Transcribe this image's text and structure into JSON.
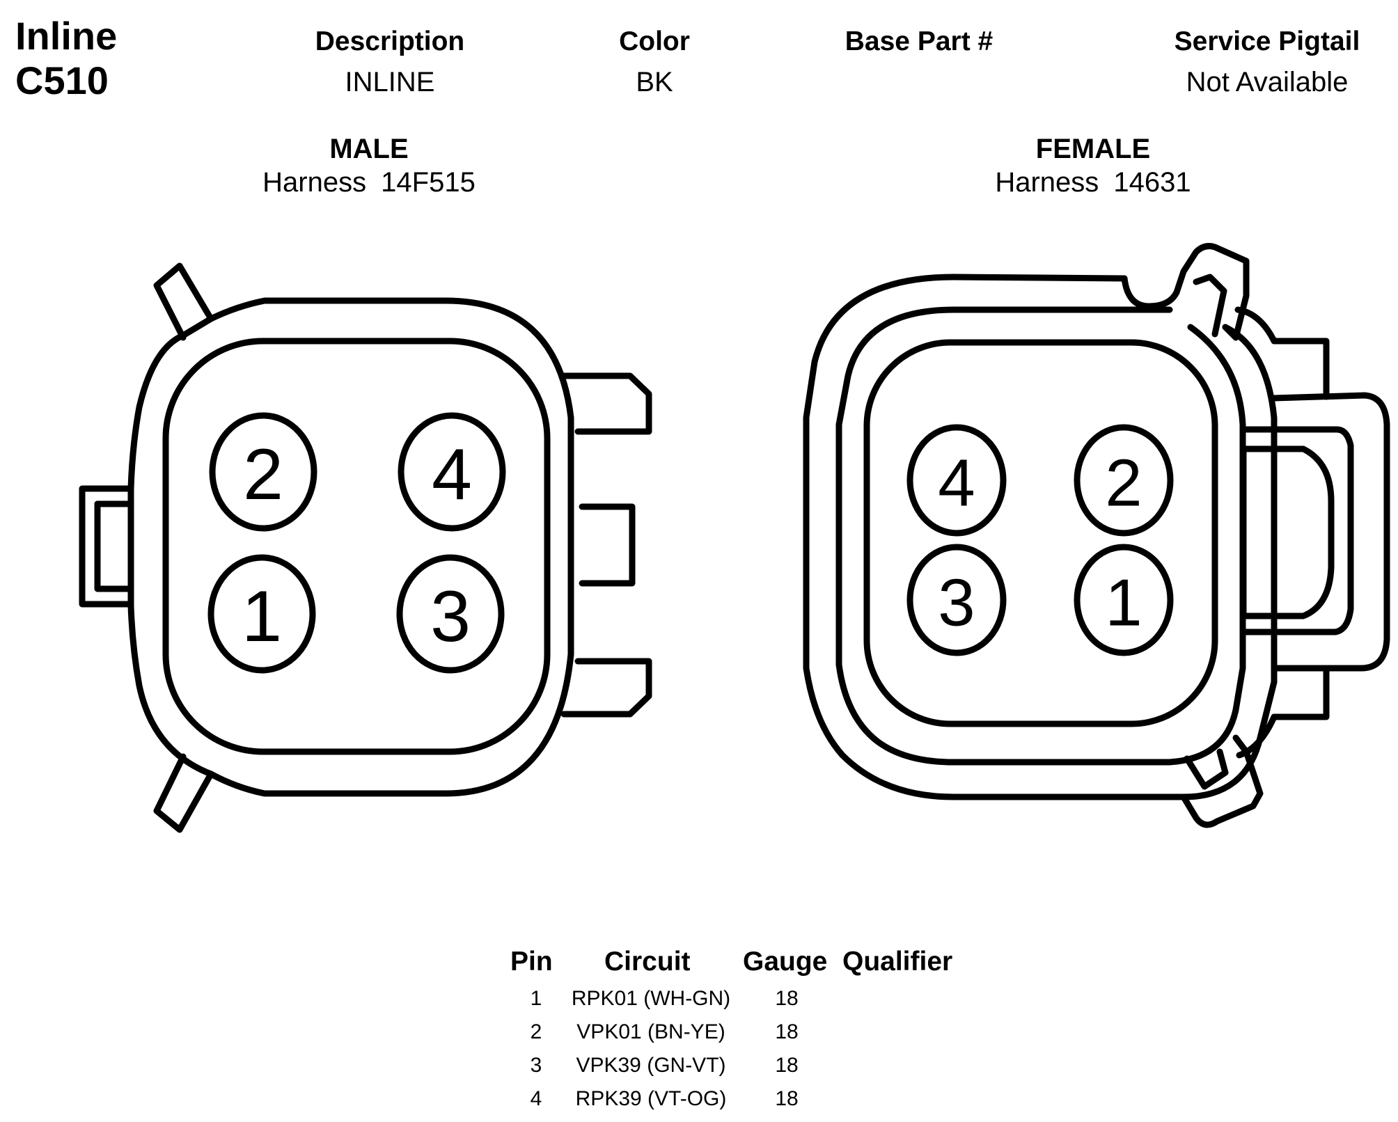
{
  "connector": {
    "type_label": "Inline",
    "id": "C510"
  },
  "header": {
    "description_label": "Description",
    "description_value": "INLINE",
    "color_label": "Color",
    "color_value": "BK",
    "base_part_label": "Base Part #",
    "base_part_value": "",
    "service_pigtail_label": "Service Pigtail",
    "service_pigtail_value": "Not Available"
  },
  "male": {
    "label": "MALE",
    "harness": "Harness 14F515",
    "pins": [
      "2",
      "4",
      "1",
      "3"
    ]
  },
  "female": {
    "label": "FEMALE",
    "harness": "Harness 14631",
    "pins": [
      "4",
      "2",
      "3",
      "1"
    ]
  },
  "pin_table": {
    "headers": [
      "Pin",
      "Circuit",
      "Gauge",
      "Qualifier"
    ],
    "rows": [
      {
        "pin": "1",
        "circuit": "RPK01 (WH-GN)",
        "gauge": "18",
        "qualifier": ""
      },
      {
        "pin": "2",
        "circuit": "VPK01 (BN-YE)",
        "gauge": "18",
        "qualifier": ""
      },
      {
        "pin": "3",
        "circuit": "VPK39 (GN-VT)",
        "gauge": "18",
        "qualifier": ""
      },
      {
        "pin": "4",
        "circuit": "RPK39 (VT-OG)",
        "gauge": "18",
        "qualifier": ""
      }
    ]
  }
}
